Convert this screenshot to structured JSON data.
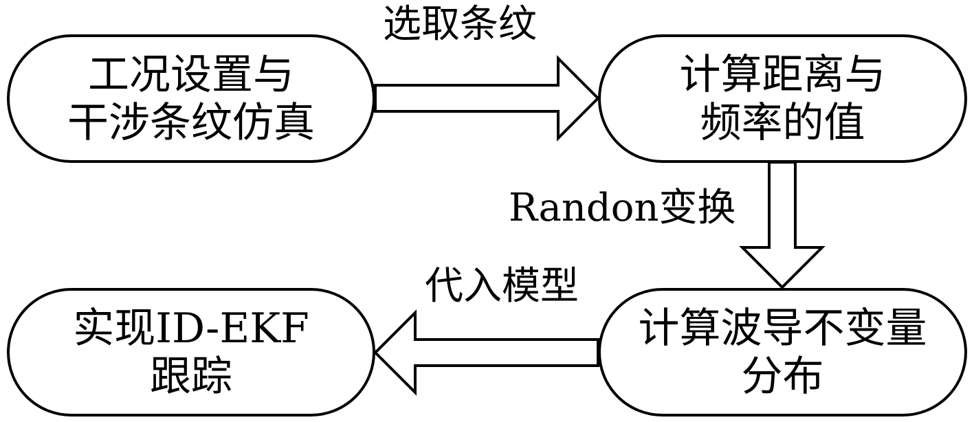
{
  "nodes": {
    "simulate": {
      "lines": [
        "工况设置与",
        "干涉条纹仿真"
      ]
    },
    "compute_distance": {
      "lines": [
        "计算距离与",
        "频率的值"
      ]
    },
    "waveguide": {
      "lines": [
        "计算波导不变量",
        "分布"
      ]
    },
    "tracking": {
      "lines": [
        "实现ID-EKF",
        "跟踪"
      ]
    }
  },
  "edges": {
    "select_fringes": "选取条纹",
    "randon_transform": "Randon变换",
    "apply_model": "代入模型"
  }
}
